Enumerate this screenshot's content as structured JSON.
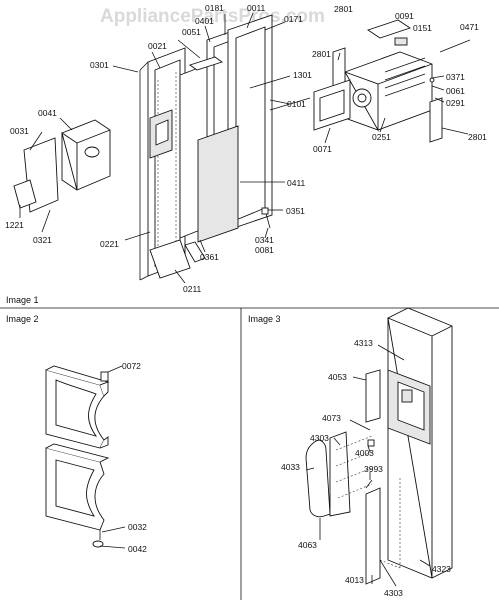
{
  "watermark": "AppliancePartsPros.com",
  "panels": [
    {
      "name": "image-1",
      "title": "Image 1"
    },
    {
      "name": "image-2",
      "title": "Image 2"
    },
    {
      "name": "image-3",
      "title": "Image 3"
    }
  ],
  "callouts": {
    "p0181": "0181",
    "p0011": "0011",
    "p0171": "0171",
    "p2801a": "2801",
    "p0091": "0091",
    "p0151": "0151",
    "p0471": "0471",
    "p0401": "0401",
    "p0051": "0051",
    "p0021": "0021",
    "p0301": "0301",
    "p1301": "1301",
    "p2801b": "2801",
    "p0371": "0371",
    "p0101": "0101",
    "p0061": "0061",
    "p0291": "0291",
    "p0041": "0041",
    "p0031": "0031",
    "p0251": "0251",
    "p2801c": "2801",
    "p0071": "0071",
    "p0411": "0411",
    "p0351": "0351",
    "p1221": "1221",
    "p0321": "0321",
    "p0341": "0341",
    "p0081": "0081",
    "p0221": "0221",
    "p0361": "0361",
    "p0211": "0211",
    "p0072": "0072",
    "p0032": "0032",
    "p0042": "0042",
    "p4313": "4313",
    "p4053": "4053",
    "p4073": "4073",
    "p4303a": "4303",
    "p4003": "4003",
    "p3993": "3993",
    "p4033": "4033",
    "p4063": "4063",
    "p4013": "4013",
    "p4303b": "4303",
    "p4323": "4323"
  }
}
